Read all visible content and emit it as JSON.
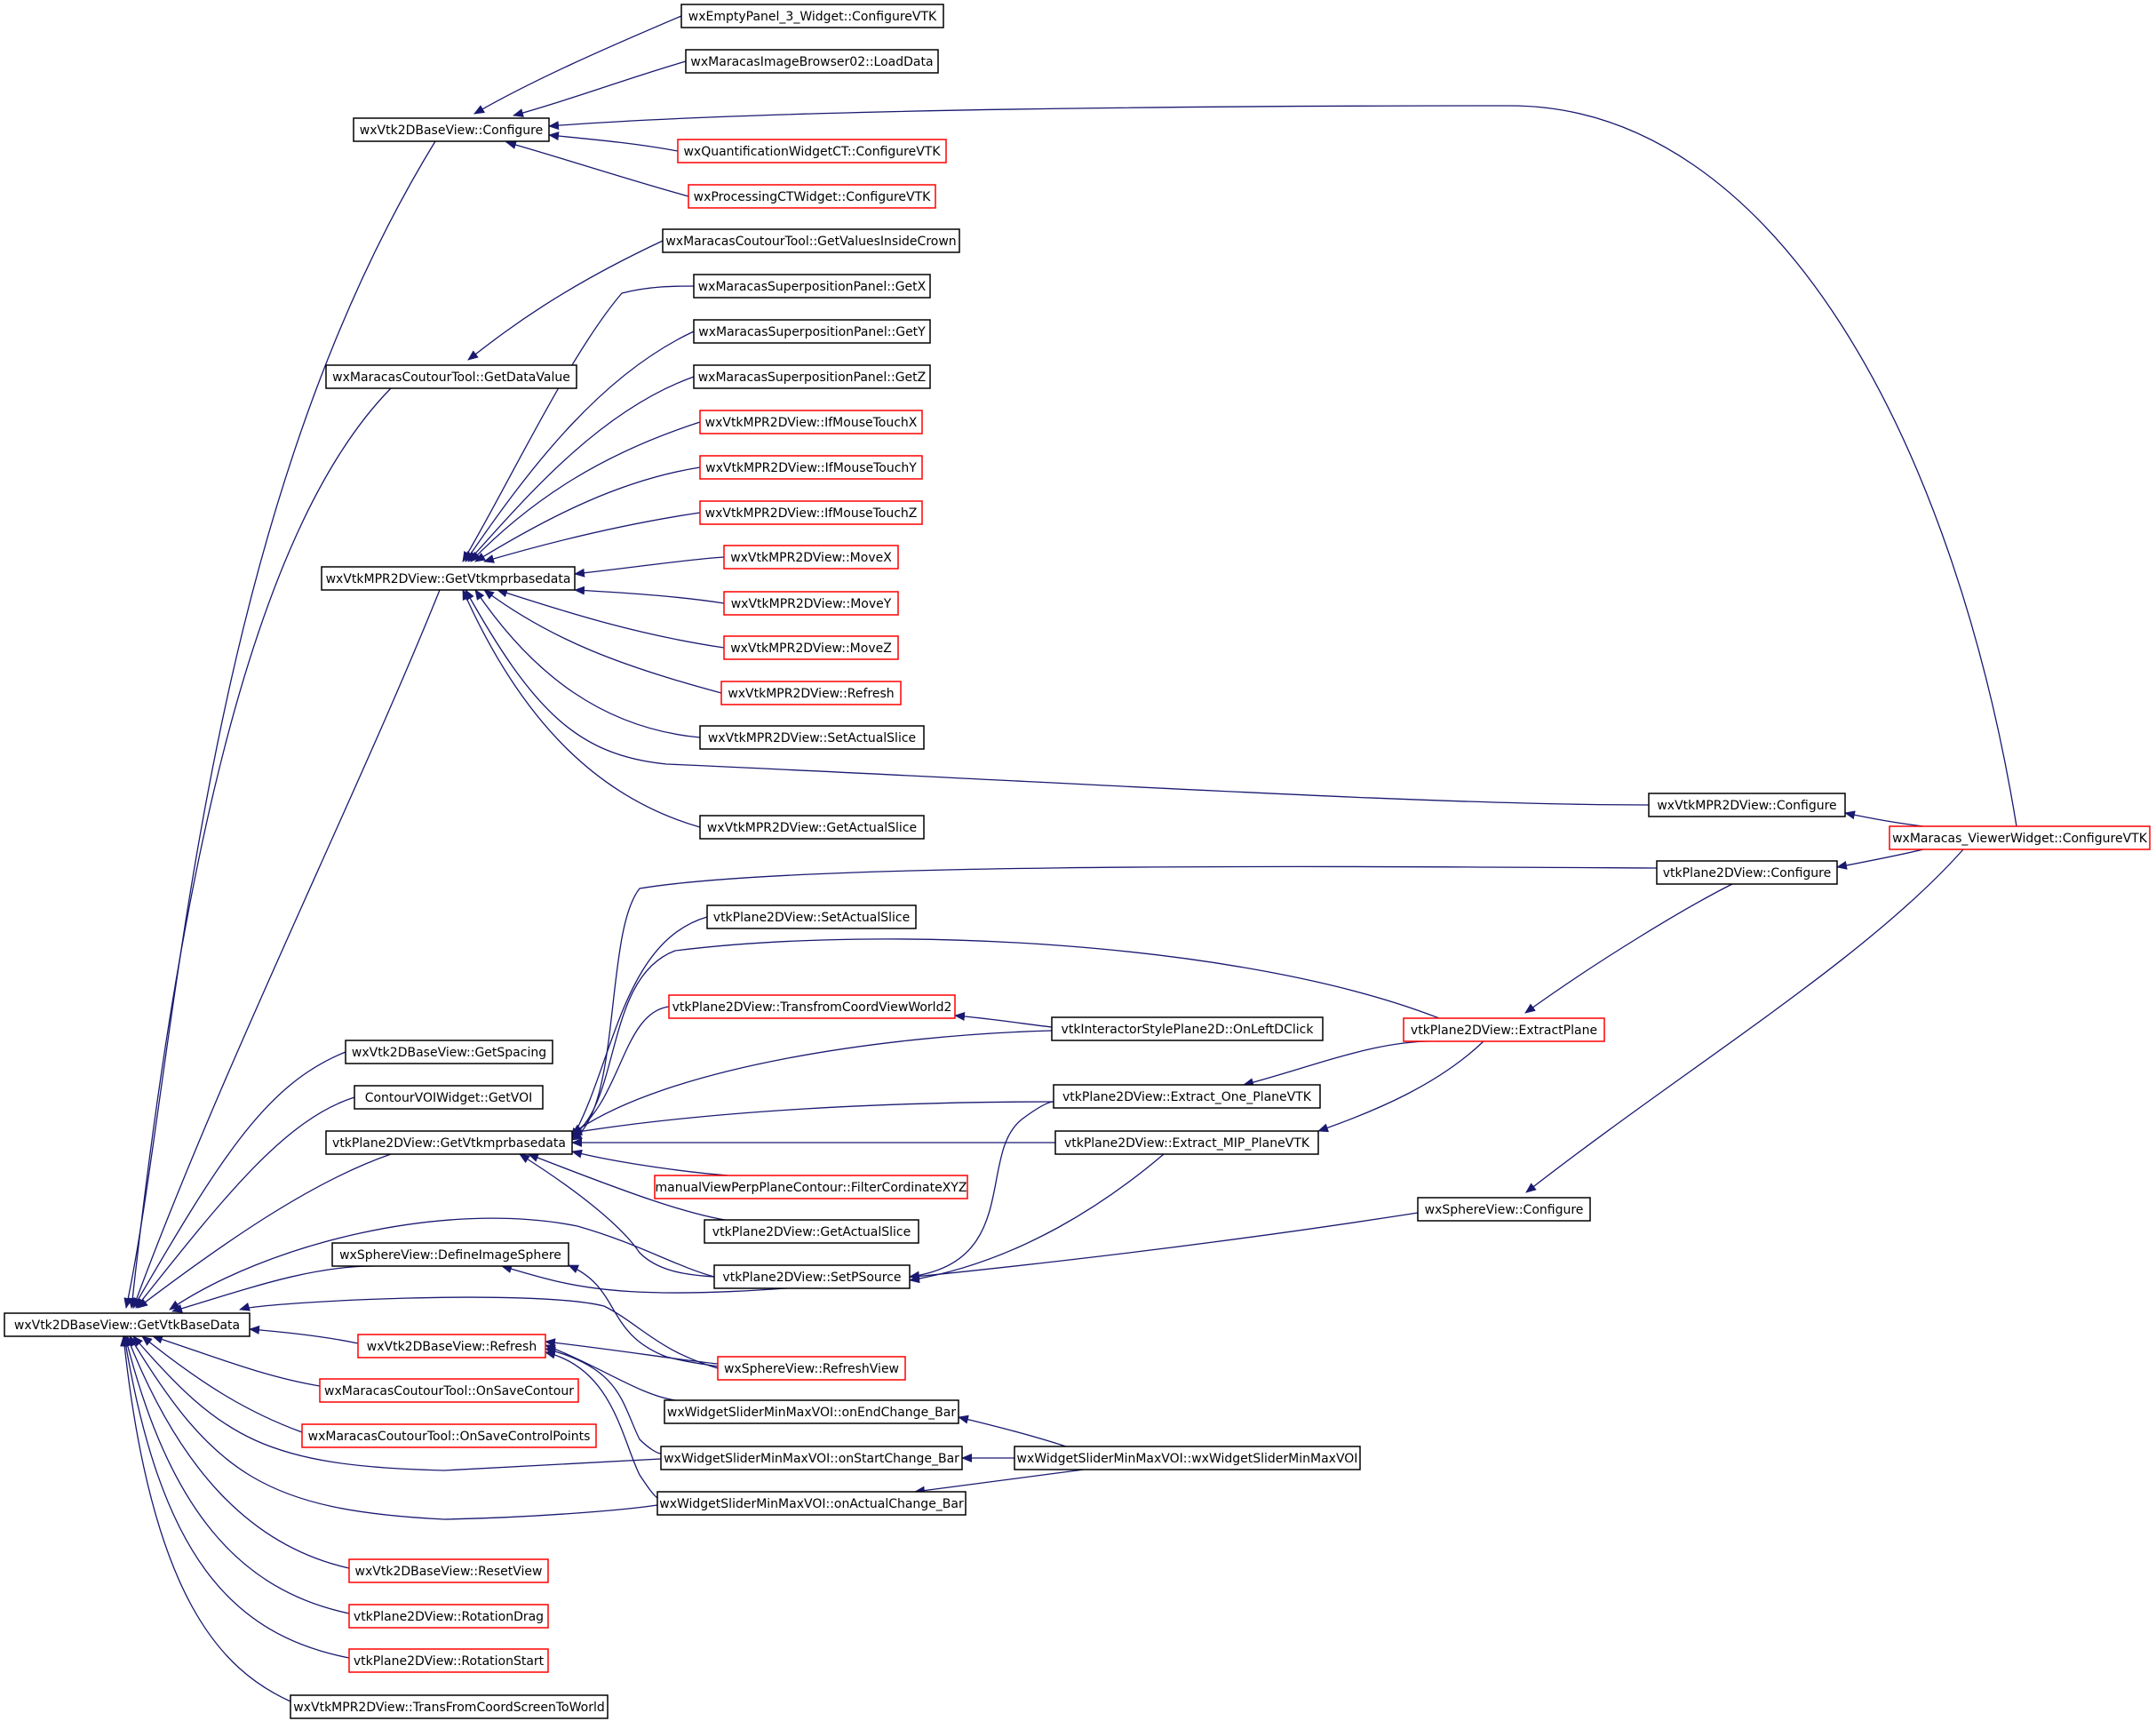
{
  "graph": {
    "colors": {
      "edge": "#191970",
      "border_normal": "#000000",
      "border_red": "#ff0000",
      "root_fill": "#bfbfbf"
    },
    "nodes": [
      {
        "id": "root",
        "label": "wxVtk2DBaseView::GetVtkBaseData",
        "style": "root"
      },
      {
        "id": "n1",
        "label": "wxVtk2DBaseView::Configure",
        "style": "normal"
      },
      {
        "id": "n2",
        "label": "wxEmptyPanel_3_Widget::ConfigureVTK",
        "style": "normal"
      },
      {
        "id": "n3",
        "label": "wxMaracasImageBrowser02::LoadData",
        "style": "normal"
      },
      {
        "id": "n4",
        "label": "wxQuantificationWidgetCT::ConfigureVTK",
        "style": "red"
      },
      {
        "id": "n5",
        "label": "wxProcessingCTWidget::ConfigureVTK",
        "style": "red"
      },
      {
        "id": "n6",
        "label": "wxMaracasCoutourTool::GetDataValue",
        "style": "normal"
      },
      {
        "id": "n7",
        "label": "wxMaracasCoutourTool::GetValuesInsideCrown",
        "style": "normal"
      },
      {
        "id": "n8",
        "label": "wxVtkMPR2DView::GetVtkmprbasedata",
        "style": "normal"
      },
      {
        "id": "n9",
        "label": "wxMaracasSuperpositionPanel::GetX",
        "style": "normal"
      },
      {
        "id": "n10",
        "label": "wxMaracasSuperpositionPanel::GetY",
        "style": "normal"
      },
      {
        "id": "n11",
        "label": "wxMaracasSuperpositionPanel::GetZ",
        "style": "normal"
      },
      {
        "id": "n12",
        "label": "wxVtkMPR2DView::IfMouseTouchX",
        "style": "red"
      },
      {
        "id": "n13",
        "label": "wxVtkMPR2DView::IfMouseTouchY",
        "style": "red"
      },
      {
        "id": "n14",
        "label": "wxVtkMPR2DView::IfMouseTouchZ",
        "style": "red"
      },
      {
        "id": "n15",
        "label": "wxVtkMPR2DView::MoveX",
        "style": "red"
      },
      {
        "id": "n16",
        "label": "wxVtkMPR2DView::MoveY",
        "style": "red"
      },
      {
        "id": "n17",
        "label": "wxVtkMPR2DView::MoveZ",
        "style": "red"
      },
      {
        "id": "n18",
        "label": "wxVtkMPR2DView::Refresh",
        "style": "red"
      },
      {
        "id": "n19",
        "label": "wxVtkMPR2DView::SetActualSlice",
        "style": "normal"
      },
      {
        "id": "n20",
        "label": "wxVtkMPR2DView::Configure",
        "style": "normal"
      },
      {
        "id": "n21",
        "label": "wxVtkMPR2DView::GetActualSlice",
        "style": "normal"
      },
      {
        "id": "n22",
        "label": "wxMaracas_ViewerWidget::ConfigureVTK",
        "style": "red"
      },
      {
        "id": "n23",
        "label": "vtkPlane2DView::Configure",
        "style": "normal"
      },
      {
        "id": "n24",
        "label": "vtkPlane2DView::SetActualSlice",
        "style": "normal"
      },
      {
        "id": "n25",
        "label": "vtkPlane2DView::TransfromCoordViewWorld2",
        "style": "red"
      },
      {
        "id": "n26",
        "label": "vtkInteractorStylePlane2D::OnLeftDClick",
        "style": "normal"
      },
      {
        "id": "n27",
        "label": "vtkPlane2DView::ExtractPlane",
        "style": "red"
      },
      {
        "id": "n28",
        "label": "wxVtk2DBaseView::GetSpacing",
        "style": "normal"
      },
      {
        "id": "n29",
        "label": "ContourVOIWidget::GetVOI",
        "style": "normal"
      },
      {
        "id": "n30",
        "label": "vtkPlane2DView::Extract_One_PlaneVTK",
        "style": "normal"
      },
      {
        "id": "n31",
        "label": "vtkPlane2DView::GetVtkmprbasedata",
        "style": "normal"
      },
      {
        "id": "n32",
        "label": "vtkPlane2DView::Extract_MIP_PlaneVTK",
        "style": "normal"
      },
      {
        "id": "n33",
        "label": "manualViewPerpPlaneContour::FilterCordinateXYZ",
        "style": "red"
      },
      {
        "id": "n34",
        "label": "wxSphereView::Configure",
        "style": "normal"
      },
      {
        "id": "n35",
        "label": "vtkPlane2DView::GetActualSlice",
        "style": "normal"
      },
      {
        "id": "n36",
        "label": "wxSphereView::DefineImageSphere",
        "style": "normal"
      },
      {
        "id": "n37",
        "label": "vtkPlane2DView::SetPSource",
        "style": "normal"
      },
      {
        "id": "n38",
        "label": "wxVtk2DBaseView::Refresh",
        "style": "red"
      },
      {
        "id": "n39",
        "label": "wxSphereView::RefreshView",
        "style": "red"
      },
      {
        "id": "n40",
        "label": "wxWidgetSliderMinMaxVOI::onEndChange_Bar",
        "style": "normal"
      },
      {
        "id": "n41",
        "label": "wxMaracasCoutourTool::OnSaveContour",
        "style": "red"
      },
      {
        "id": "n42",
        "label": "wxMaracasCoutourTool::OnSaveControlPoints",
        "style": "red"
      },
      {
        "id": "n43",
        "label": "wxWidgetSliderMinMaxVOI::onStartChange_Bar",
        "style": "normal"
      },
      {
        "id": "n44",
        "label": "wxWidgetSliderMinMaxVOI::wxWidgetSliderMinMaxVOI",
        "style": "normal"
      },
      {
        "id": "n45",
        "label": "wxWidgetSliderMinMaxVOI::onActualChange_Bar",
        "style": "normal"
      },
      {
        "id": "n46",
        "label": "wxVtk2DBaseView::ResetView",
        "style": "red"
      },
      {
        "id": "n47",
        "label": "vtkPlane2DView::RotationDrag",
        "style": "red"
      },
      {
        "id": "n48",
        "label": "vtkPlane2DView::RotationStart",
        "style": "red"
      },
      {
        "id": "n49",
        "label": "wxVtkMPR2DView::TransFromCoordScreenToWorld",
        "style": "normal"
      }
    ],
    "edges": [
      {
        "from": "n1",
        "to": "root"
      },
      {
        "from": "n2",
        "to": "n1"
      },
      {
        "from": "n3",
        "to": "n1"
      },
      {
        "from": "n22",
        "to": "n1"
      },
      {
        "from": "n4",
        "to": "n1"
      },
      {
        "from": "n5",
        "to": "n1"
      },
      {
        "from": "n6",
        "to": "root"
      },
      {
        "from": "n7",
        "to": "n6"
      },
      {
        "from": "n8",
        "to": "root"
      },
      {
        "from": "n9",
        "to": "n8"
      },
      {
        "from": "n10",
        "to": "n8"
      },
      {
        "from": "n11",
        "to": "n8"
      },
      {
        "from": "n12",
        "to": "n8"
      },
      {
        "from": "n13",
        "to": "n8"
      },
      {
        "from": "n14",
        "to": "n8"
      },
      {
        "from": "n15",
        "to": "n8"
      },
      {
        "from": "n16",
        "to": "n8"
      },
      {
        "from": "n17",
        "to": "n8"
      },
      {
        "from": "n18",
        "to": "n8"
      },
      {
        "from": "n19",
        "to": "n8"
      },
      {
        "from": "n20",
        "to": "n8"
      },
      {
        "from": "n21",
        "to": "n8"
      },
      {
        "from": "n22",
        "to": "n20"
      },
      {
        "from": "n22",
        "to": "n23"
      },
      {
        "from": "n22",
        "to": "n34"
      },
      {
        "from": "n28",
        "to": "root"
      },
      {
        "from": "n29",
        "to": "root"
      },
      {
        "from": "n31",
        "to": "root"
      },
      {
        "from": "n23",
        "to": "n31"
      },
      {
        "from": "n24",
        "to": "n31"
      },
      {
        "from": "n27",
        "to": "n31"
      },
      {
        "from": "n25",
        "to": "n31"
      },
      {
        "from": "n26",
        "to": "n31"
      },
      {
        "from": "n30",
        "to": "n31"
      },
      {
        "from": "n32",
        "to": "n31"
      },
      {
        "from": "n33",
        "to": "n31"
      },
      {
        "from": "n35",
        "to": "n31"
      },
      {
        "from": "n37",
        "to": "n31"
      },
      {
        "from": "n26",
        "to": "n25"
      },
      {
        "from": "n27",
        "to": "n23"
      },
      {
        "from": "n27",
        "to": "n30"
      },
      {
        "from": "n27",
        "to": "n32"
      },
      {
        "from": "n30",
        "to": "n37"
      },
      {
        "from": "n32",
        "to": "n37"
      },
      {
        "from": "n37",
        "to": "root"
      },
      {
        "from": "n36",
        "to": "root"
      },
      {
        "from": "n34",
        "to": "n36"
      },
      {
        "from": "n39",
        "to": "root"
      },
      {
        "from": "n38",
        "to": "root"
      },
      {
        "from": "n39",
        "to": "n38"
      },
      {
        "from": "n40",
        "to": "n38"
      },
      {
        "from": "n43",
        "to": "n38"
      },
      {
        "from": "n45",
        "to": "n38"
      },
      {
        "from": "n39",
        "to": "n36"
      },
      {
        "from": "n41",
        "to": "root"
      },
      {
        "from": "n42",
        "to": "root"
      },
      {
        "from": "n43",
        "to": "root"
      },
      {
        "from": "n45",
        "to": "root"
      },
      {
        "from": "n44",
        "to": "n40"
      },
      {
        "from": "n44",
        "to": "n43"
      },
      {
        "from": "n44",
        "to": "n45"
      },
      {
        "from": "n46",
        "to": "root"
      },
      {
        "from": "n47",
        "to": "root"
      },
      {
        "from": "n48",
        "to": "root"
      },
      {
        "from": "n49",
        "to": "root"
      }
    ]
  }
}
